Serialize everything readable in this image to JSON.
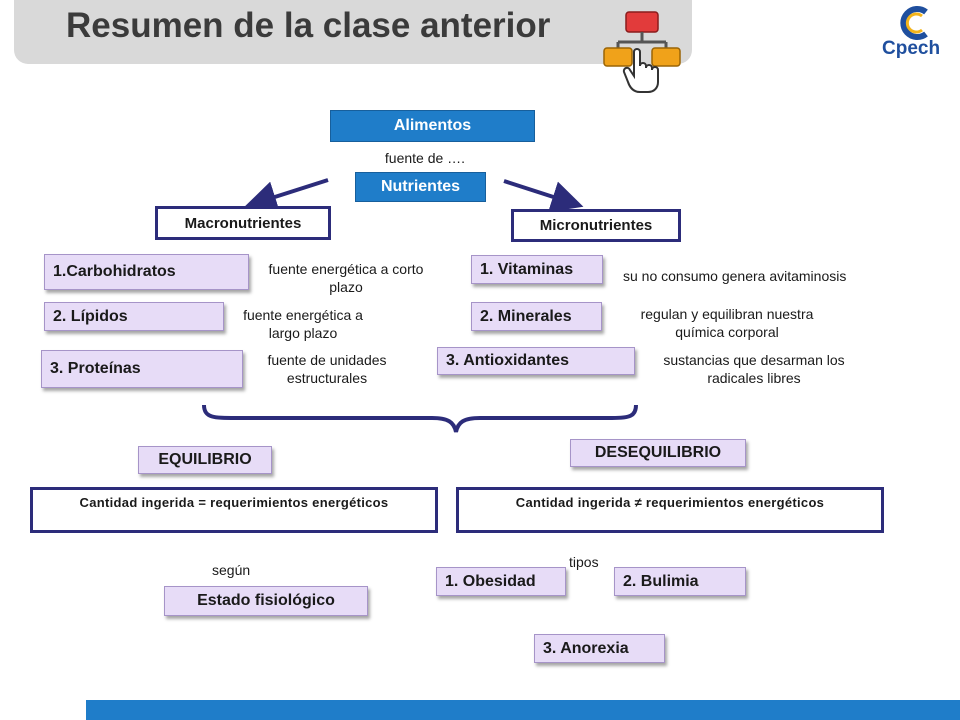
{
  "header": {
    "title": "Resumen de la clase anterior",
    "logo_text": "Cpech",
    "icon": "hand-click-flowchart-icon"
  },
  "top": {
    "alimentos": "Alimentos",
    "fuente_de": "fuente de ….",
    "nutrientes": "Nutrientes"
  },
  "macro": {
    "title": "Macronutrientes",
    "items": [
      {
        "label": "1.Carbohidratos",
        "desc": "fuente energética a corto plazo"
      },
      {
        "label": "2. Lípidos",
        "desc": "fuente energética a largo plazo"
      },
      {
        "label": "3. Proteínas",
        "desc": "fuente de unidades estructurales"
      }
    ]
  },
  "micro": {
    "title": "Micronutrientes",
    "items": [
      {
        "label": "1. Vitaminas",
        "desc": "su no consumo genera avitaminosis"
      },
      {
        "label": "2. Minerales",
        "desc": "regulan y equilibran nuestra química corporal"
      },
      {
        "label": "3.  Antioxidantes",
        "desc": "sustancias que desarman los radicales libres"
      }
    ]
  },
  "equilibrio": {
    "label": "EQUILIBRIO",
    "formula": "Cantidad ingerida = requerimientos energéticos",
    "segun": "según",
    "estado": "Estado fisiológico"
  },
  "desequilibrio": {
    "label": "DESEQUILIBRIO",
    "formula": "Cantidad ingerida ≠ requerimientos energéticos",
    "tipos": "tipos",
    "items": [
      "1. Obesidad",
      "2. Bulimia",
      "3. Anorexia"
    ]
  },
  "colors": {
    "accent_blue": "#1f7dc9",
    "navy": "#2c2c7a",
    "lavender": "#e7dcf7"
  }
}
